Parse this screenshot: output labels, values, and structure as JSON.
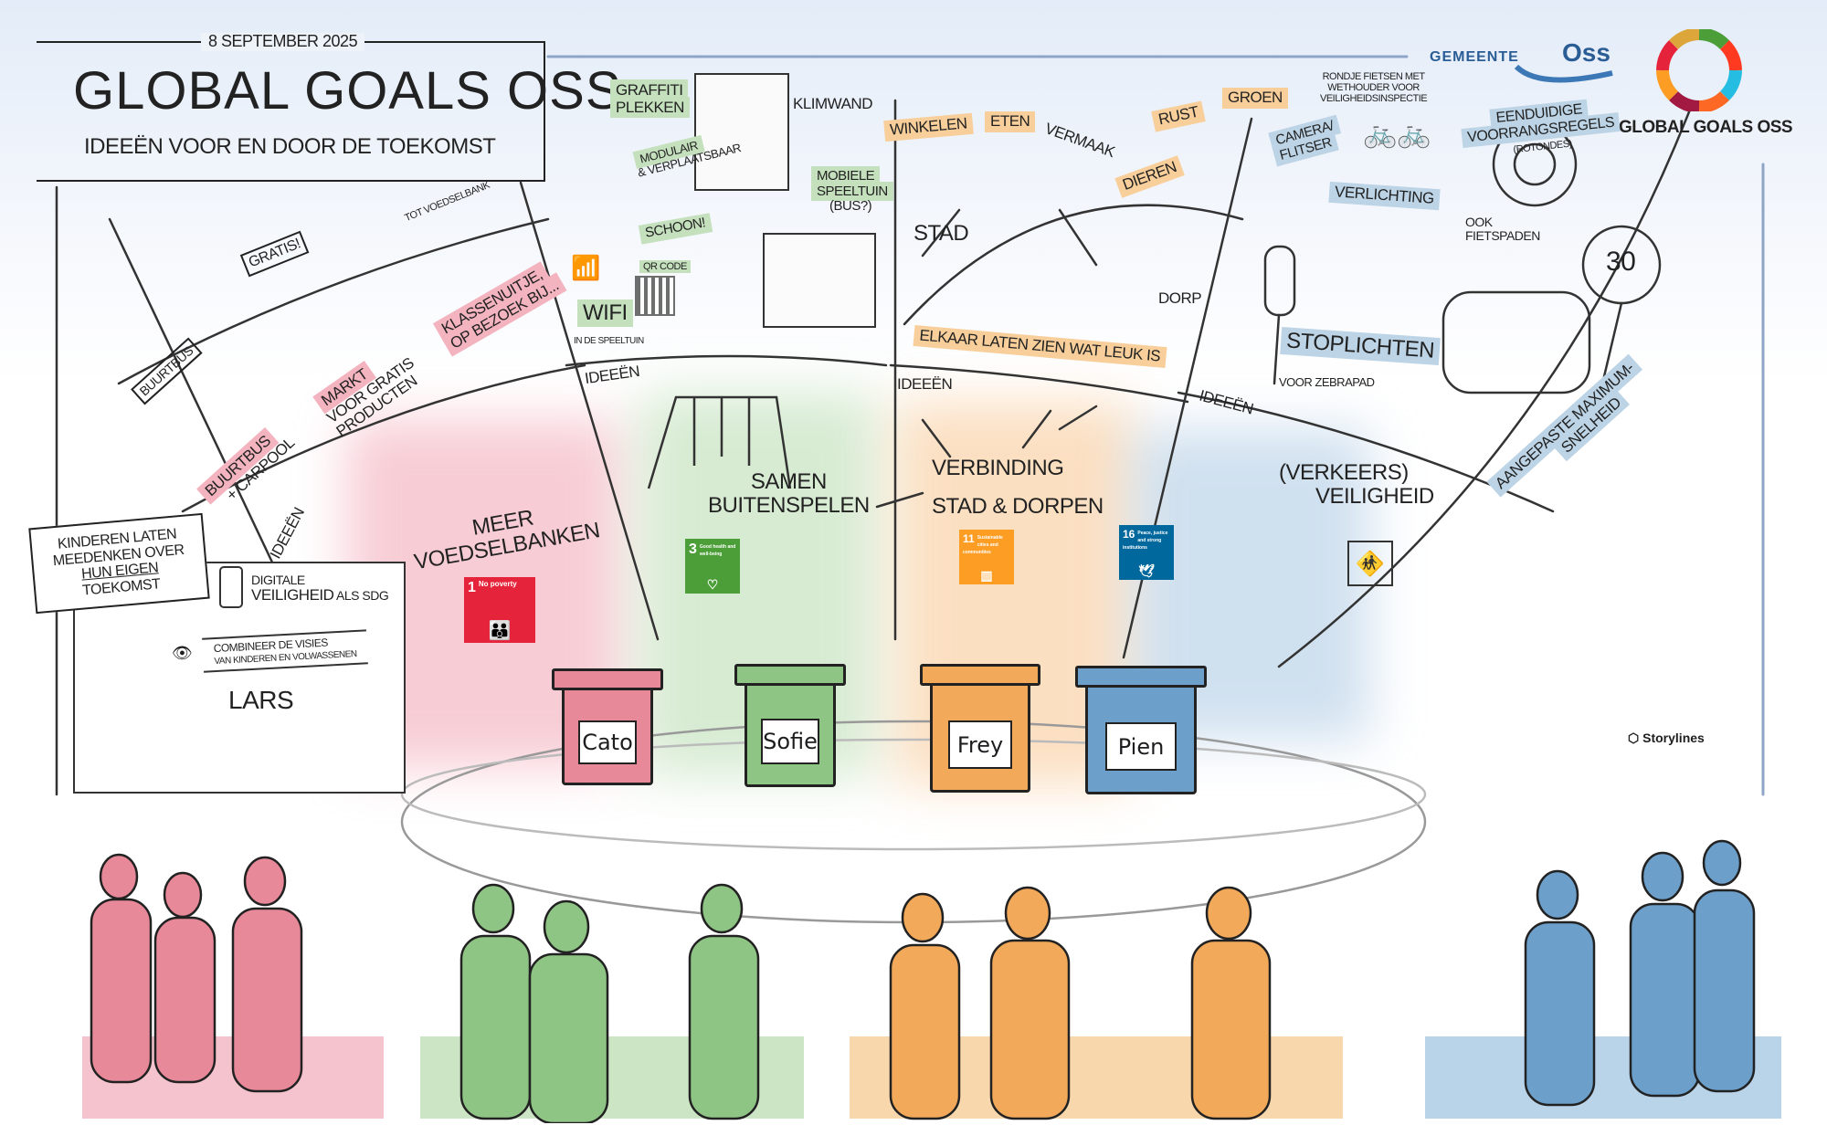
{
  "header": {
    "date": "8 September 2025",
    "title": "Global Goals Oss",
    "subtitle": "Ideeën voor en door de toekomst"
  },
  "logos": {
    "gemeente_prefix": "Gemeente",
    "gemeente_name": "Oss",
    "global_goals": "GLOBAL GOALS OSS",
    "storylines": "Storylines"
  },
  "colors": {
    "pink": "#e8899a",
    "green": "#8fc584",
    "orange": "#f3a95a",
    "blue": "#6d9fcb",
    "sdg1": "#e5243b",
    "sdg3": "#4c9f38",
    "sdg11": "#fd9d24",
    "sdg16": "#00689d"
  },
  "pink": {
    "buurtbus_sign": "Buurtbus",
    "gratis": "Gratis!",
    "tot_voedselbank": "Tot voedselbank",
    "buurtbus_carpool_1": "Buurtbus",
    "buurtbus_carpool_2": "+ carpool",
    "markt_1": "Markt",
    "markt_2": "voor gratis",
    "markt_3": "producten",
    "klassenuitje_1": "Klassenuitje,",
    "klassenuitje_2": "op bezoek bij...",
    "ideeen": "Ideeën",
    "meer": "Meer",
    "voedselbanken": "Voedselbanken",
    "sdg_num": "1",
    "sdg_text": "No poverty",
    "speaker": "Cato"
  },
  "green": {
    "graffiti_1": "Graffiti",
    "graffiti_2": "plekken",
    "klimwand": "Klimwand",
    "modulair_1": "Modulair",
    "modulair_2": "& verplaatsbaar",
    "mobiele_1": "Mobiele",
    "mobiele_2": "speeltuin",
    "mobiele_3": "(bus?)",
    "schoon": "Schoon!",
    "qr": "QR code",
    "wifi": "Wifi",
    "wifi_sub": "in de speeltuin",
    "ideeen": "Ideeën",
    "samen": "Samen",
    "buitenspelen": "Buitenspelen",
    "sdg_num": "3",
    "sdg_text": "Good health and well-being",
    "speaker": "Sofie"
  },
  "orange": {
    "winkelen": "Winkelen",
    "eten": "Eten",
    "vermaak": "Vermaak",
    "dieren": "Dieren",
    "rust": "Rust",
    "groen": "Groen",
    "stad": "Stad",
    "dorp": "Dorp",
    "elkaar": "Elkaar laten zien wat leuk is",
    "ideeen": "Ideeën",
    "verbinding": "Verbinding",
    "stad_dorpen": "Stad & dorpen",
    "sdg_num": "11",
    "sdg_text": "Sustainable cities and communities",
    "speaker": "Frey"
  },
  "blue": {
    "camera_1": "Camera/",
    "camera_2": "flitser",
    "rondje_1": "Rondje fietsen met",
    "rondje_2": "wethouder voor",
    "rondje_3": "veiligheidsinspectie",
    "eenduidige_1": "Eenduidige",
    "eenduidige_2": "voorrangsregels",
    "eenduidige_3": "(rotondes)",
    "verlichting": "Verlichting",
    "ook_1": "ook",
    "ook_2": "fietspaden",
    "stoplichten": "Stoplichten",
    "zebrapad": "voor zebrapad",
    "speed_sign": "30",
    "aangepaste_1": "Aangepaste maximum-",
    "aangepaste_2": "snelheid",
    "ideeen": "Ideeën",
    "verkeers": "(Verkeers)",
    "veiligheid": "veiligheid",
    "sdg_num": "16",
    "sdg_text": "Peace, justice and strong institutions",
    "speaker": "Pien"
  },
  "lars": {
    "bubble_1": "Kinderen laten",
    "bubble_2": "meedenken over",
    "bubble_3": "hun eigen",
    "bubble_4": "toekomst",
    "digitale_1": "Digitale",
    "digitale_2": "veiligheid",
    "digitale_3": "als SDG",
    "combineer_1": "Combineer de visies",
    "combineer_2": "van kinderen en volwassenen",
    "name": "Lars"
  }
}
